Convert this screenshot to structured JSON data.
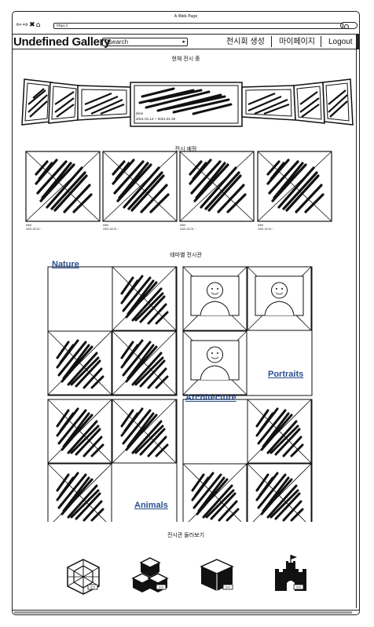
{
  "browser": {
    "title": "A Web Page",
    "nav_glyphs": "⇦⇨✖⌂",
    "url": "https://"
  },
  "header": {
    "logo": "Undefined Gallery",
    "search_placeholder": "search",
    "nav": [
      "전시회 생성",
      "마이페이지",
      "Logout"
    ]
  },
  "current": {
    "title": "현재 전시 중",
    "featured": {
      "author": "elice",
      "dates": "2021.01.14 ~ 2021.01.30"
    }
  },
  "upcoming": {
    "title": "전시 예정",
    "items": [
      {
        "author": "elice",
        "date": "2021.02.01 ~"
      },
      {
        "author": "elice",
        "date": "2021.02.01 ~"
      },
      {
        "author": "elice",
        "date": "2021.02.01 ~"
      },
      {
        "author": "elice",
        "date": "2021.02.01 ~"
      }
    ]
  },
  "themes": {
    "title": "테마별 전시관",
    "items": [
      "Nature",
      "Portraits",
      "Animals",
      "Architecture"
    ]
  },
  "browse": {
    "title": "전시관 둘러보기",
    "badge": "0.0",
    "icons": [
      "3d-polyhedron-icon",
      "cubes-icon",
      "cube-icon",
      "castle-icon"
    ]
  }
}
